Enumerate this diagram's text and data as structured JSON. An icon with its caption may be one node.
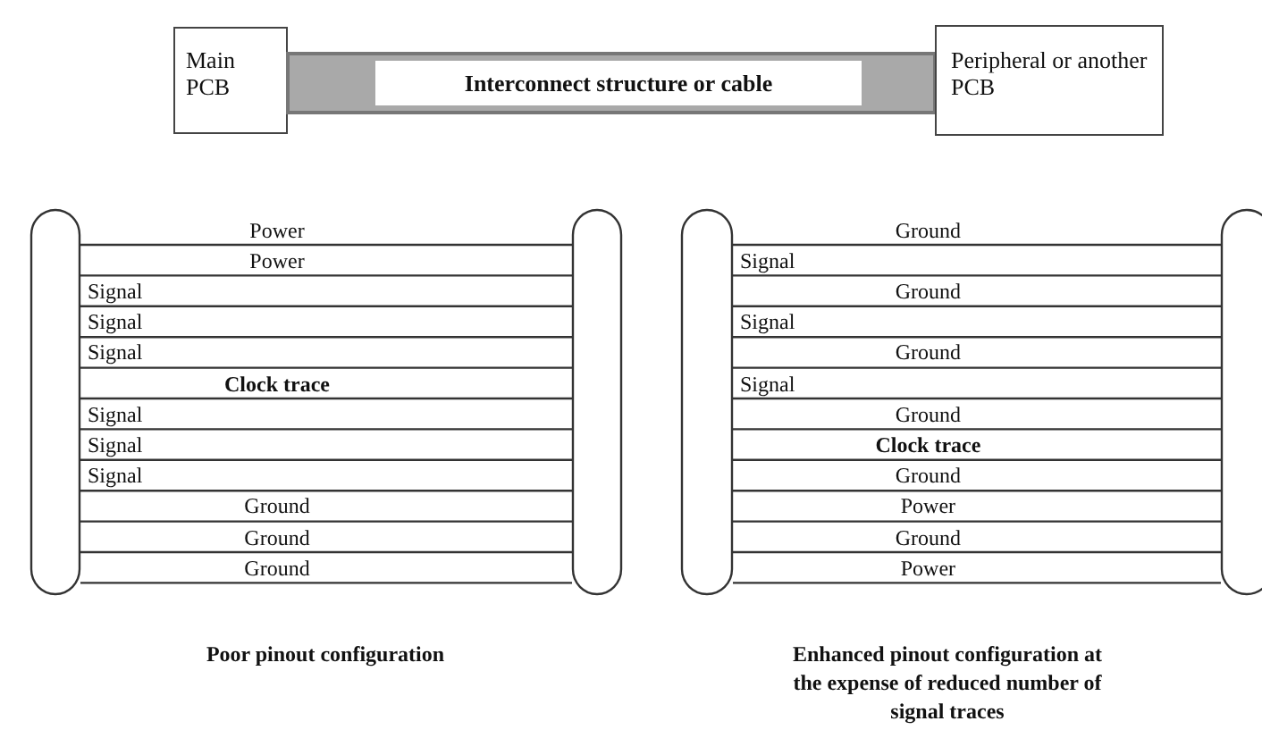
{
  "diagram": {
    "nodes": [
      {
        "text": [
          "Main PCB"
        ]
      },
      {
        "text": [
          "Interconnect structure or cable"
        ]
      },
      {
        "text": [
          "Peripheral or another PCB"
        ]
      },
      {
        "text": [],
        "shape": "bar"
      },
      {
        "text": [],
        "shape": "bar"
      },
      {
        "text": [],
        "shape": "bar"
      },
      {
        "text": [],
        "shape": "bar"
      }
    ],
    "edges": [
      {
        "from": 3,
        "to": 4,
        "arrow": "none",
        "label": "Power"
      },
      {
        "from": 3,
        "to": 4,
        "arrow": "none",
        "label": "Power"
      },
      {
        "from": 3,
        "to": 4,
        "arrow": "none",
        "label": "Signal"
      },
      {
        "from": 3,
        "to": 4,
        "arrow": "none",
        "label": "Signal"
      },
      {
        "from": 3,
        "to": 4,
        "arrow": "none",
        "label": "Signal"
      },
      {
        "from": 3,
        "to": 4,
        "arrow": "none",
        "label": "Clock trace"
      },
      {
        "from": 3,
        "to": 4,
        "arrow": "none",
        "label": "Signal"
      },
      {
        "from": 3,
        "to": 4,
        "arrow": "none",
        "label": "Signal"
      },
      {
        "from": 3,
        "to": 4,
        "arrow": "none",
        "label": "Signal"
      },
      {
        "from": 3,
        "to": 4,
        "arrow": "none",
        "label": "Ground"
      },
      {
        "from": 3,
        "to": 4,
        "arrow": "none",
        "label": "Ground"
      },
      {
        "from": 3,
        "to": 4,
        "arrow": "none",
        "label": "Ground"
      },
      {
        "from": 5,
        "to": 6,
        "arrow": "none",
        "label": "Ground"
      },
      {
        "from": 5,
        "to": 6,
        "arrow": "none",
        "label": "Signal"
      },
      {
        "from": 5,
        "to": 6,
        "arrow": "none",
        "label": "Ground"
      },
      {
        "from": 5,
        "to": 6,
        "arrow": "none",
        "label": "Signal"
      },
      {
        "from": 5,
        "to": 6,
        "arrow": "none",
        "label": "Ground"
      },
      {
        "from": 5,
        "to": 6,
        "arrow": "none",
        "label": "Signal"
      },
      {
        "from": 5,
        "to": 6,
        "arrow": "none",
        "label": "Ground"
      },
      {
        "from": 5,
        "to": 6,
        "arrow": "none",
        "label": "Clock trace"
      },
      {
        "from": 5,
        "to": 6,
        "arrow": "none",
        "label": "Ground"
      },
      {
        "from": 5,
        "to": 6,
        "arrow": "none",
        "label": "Power"
      },
      {
        "from": 5,
        "to": 6,
        "arrow": "none",
        "label": "Ground"
      },
      {
        "from": 5,
        "to": 6,
        "arrow": "none",
        "label": "Power"
      }
    ],
    "labels": [
      "Poor pinout configuration",
      "Enhanced pinout configuration at the expense of reduced number of signal traces"
    ]
  }
}
